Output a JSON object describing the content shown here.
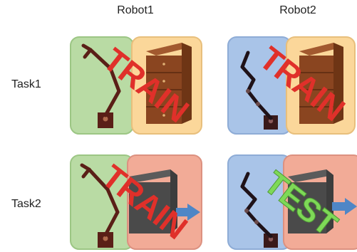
{
  "columns": [
    "Robot1",
    "Robot2"
  ],
  "rows": [
    "Task1",
    "Task2"
  ],
  "cells": [
    {
      "row": "Task1",
      "column": "Robot1",
      "label": "TRAIN",
      "label_color": "#e0302a"
    },
    {
      "row": "Task1",
      "column": "Robot2",
      "label": "TRAIN",
      "label_color": "#e0302a"
    },
    {
      "row": "Task2",
      "column": "Robot1",
      "label": "TRAIN",
      "label_color": "#e0302a"
    },
    {
      "row": "Task2",
      "column": "Robot2",
      "label": "TEST",
      "label_color": "#7ed957"
    }
  ],
  "colors": {
    "robot1_panel": "#b9dba4",
    "robot2_panel": "#a9c4e8",
    "task1_panel": "#fbd79a",
    "task2_panel": "#f2ab97",
    "arm": "#5a1f17",
    "arrow": "#4f86c6"
  }
}
